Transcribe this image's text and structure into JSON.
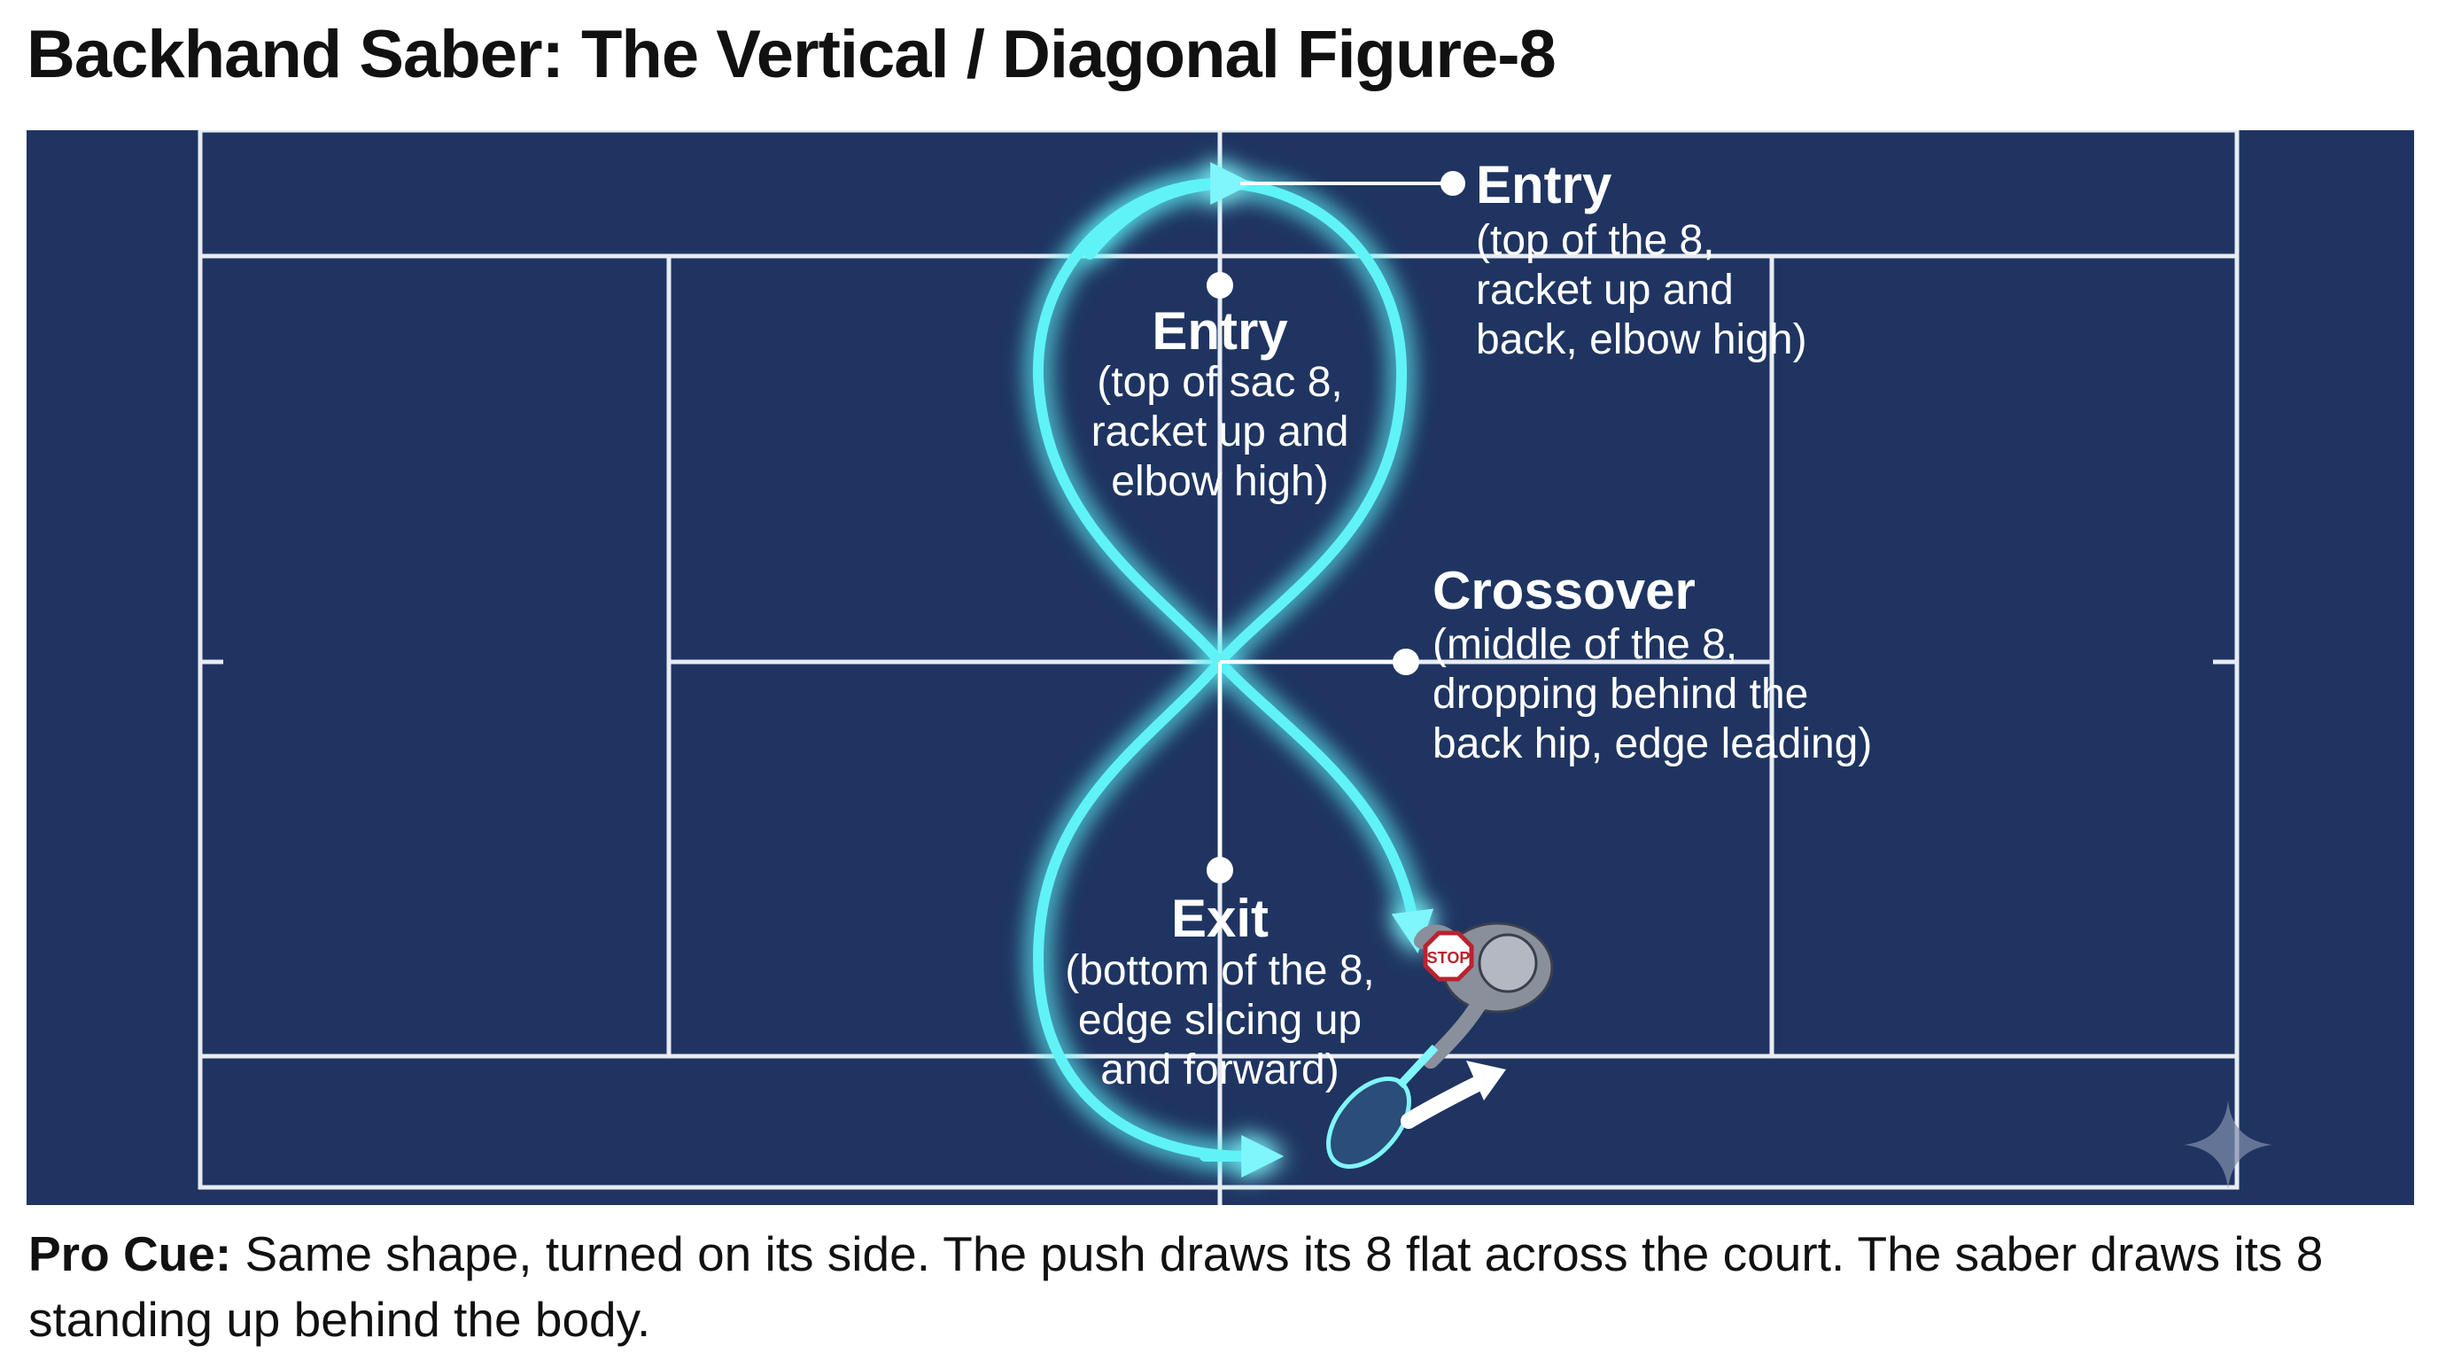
{
  "title": "Backhand Saber: The Vertical / Diagonal Figure-8",
  "labels": {
    "entry_right": {
      "heading": "Entry",
      "lines": [
        "(top of the 8,",
        "racket up and",
        "back, elbow high)"
      ]
    },
    "entry_center": {
      "heading": "Entry",
      "lines": [
        "(top of sac 8,",
        "racket up and",
        "elbow high)"
      ]
    },
    "crossover": {
      "heading": "Crossover",
      "lines": [
        "(middle of the 8,",
        "dropping behind the",
        "back hip, edge leading)"
      ]
    },
    "exit": {
      "heading": "Exit",
      "lines": [
        "(bottom of the 8,",
        "edge slicing up",
        "and forward)"
      ]
    },
    "stop_sign": "STOP"
  },
  "pro_cue": {
    "label": "Pro Cue:",
    "text": " Same shape, turned on its side. The push draws its 8 flat across the court. The saber draws its 8 standing up behind the body."
  },
  "colors": {
    "court": "#1f3461",
    "court_lines": "#e8ecf2",
    "path_glow": "#5ff3f7",
    "text_on_court": "#ffffff",
    "stop_sign": "#b8232f"
  },
  "icons": [
    "player-top-view-icon",
    "racket-icon",
    "stop-sign-icon",
    "motion-arrow-icon",
    "sparkle-icon"
  ]
}
